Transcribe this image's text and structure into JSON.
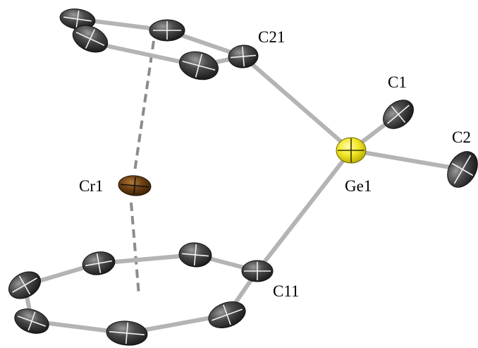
{
  "colors": {
    "background": "#ffffff",
    "carbon": "#4a4a4a",
    "germanium": "#f2e626",
    "chromium": "#6b3f12",
    "bond": "#b8b8b8",
    "centroid_line": "#8c8c8c"
  },
  "labels": {
    "c21": "C21",
    "c1": "C1",
    "c2": "C2",
    "cr1": "Cr1",
    "ge1": "Ge1",
    "c11": "C11"
  }
}
